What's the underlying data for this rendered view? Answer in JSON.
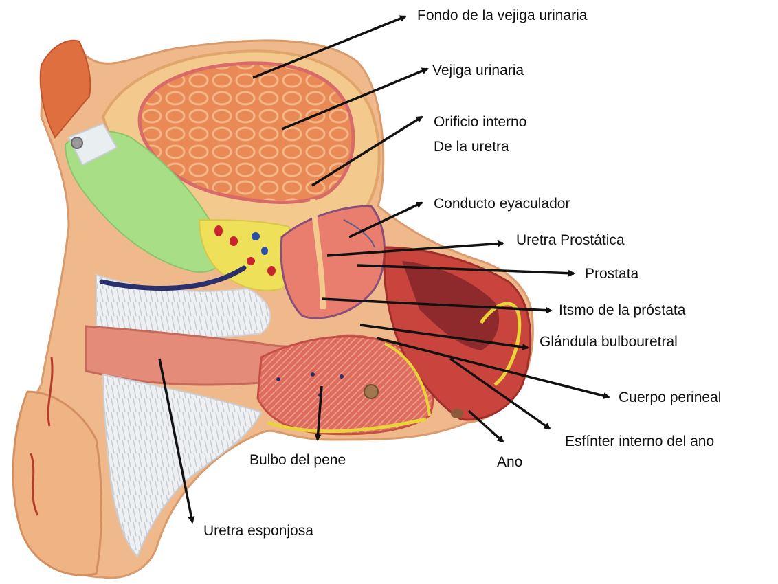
{
  "labels": {
    "fondo_vejiga": "Fondo de la vejiga urinaria",
    "vejiga": "Vejiga urinaria",
    "orificio_l1": "Orificio interno",
    "orificio_l2": "De la uretra",
    "conducto": "Conducto eyaculador",
    "uretra_prostatica": "Uretra Prostática",
    "prostata": "Prostata",
    "itsmo": "Itsmo de la próstata",
    "glandula": "Glándula bulbouretral",
    "cuerpo_perineal": "Cuerpo perineal",
    "esfinter": "Esfínter interno del ano",
    "bulbo": "Bulbo del pene",
    "ano": "Ano",
    "uretra_esponjosa": "Uretra esponjosa"
  },
  "colors": {
    "background": "#ffffff",
    "text": "#111111",
    "arrow": "#111111",
    "skin": "#efb98c",
    "bladder_wall": "#f3c98e",
    "bladder_inner": "#e6834f",
    "muscle": "#d8604f",
    "green_tissue": "#a8de86",
    "yellow_fat": "#efe05a",
    "white_tissue": "#eef0f2",
    "navy_line": "#2a2f6e",
    "penile_bulb": "#d9685c",
    "rectum": "#c9443c"
  }
}
